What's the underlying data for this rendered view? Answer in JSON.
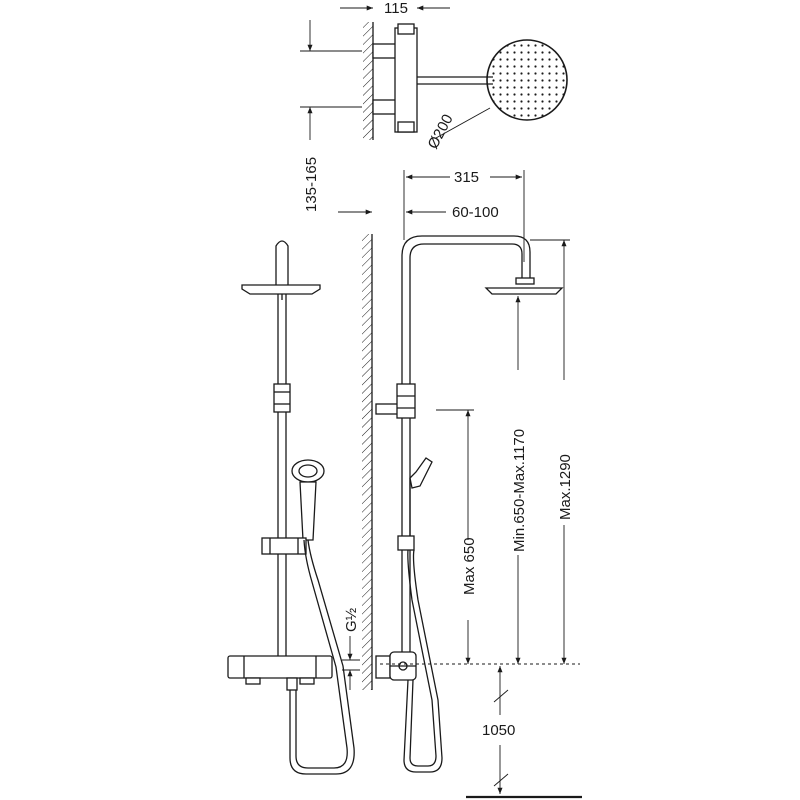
{
  "dimensions": {
    "top_depth": "115",
    "head_diameter": "Ø200",
    "inlet_spacing": "135-165",
    "arm_projection": "315",
    "wall_offset": "60-100",
    "max_650": "Max 650",
    "min_max_height": "Min.650-Max.1170",
    "max_1290": "Max.1290",
    "thread": "G½",
    "floor_height": "1050"
  },
  "colors": {
    "line": "#1a1a1a",
    "background": "#ffffff"
  }
}
